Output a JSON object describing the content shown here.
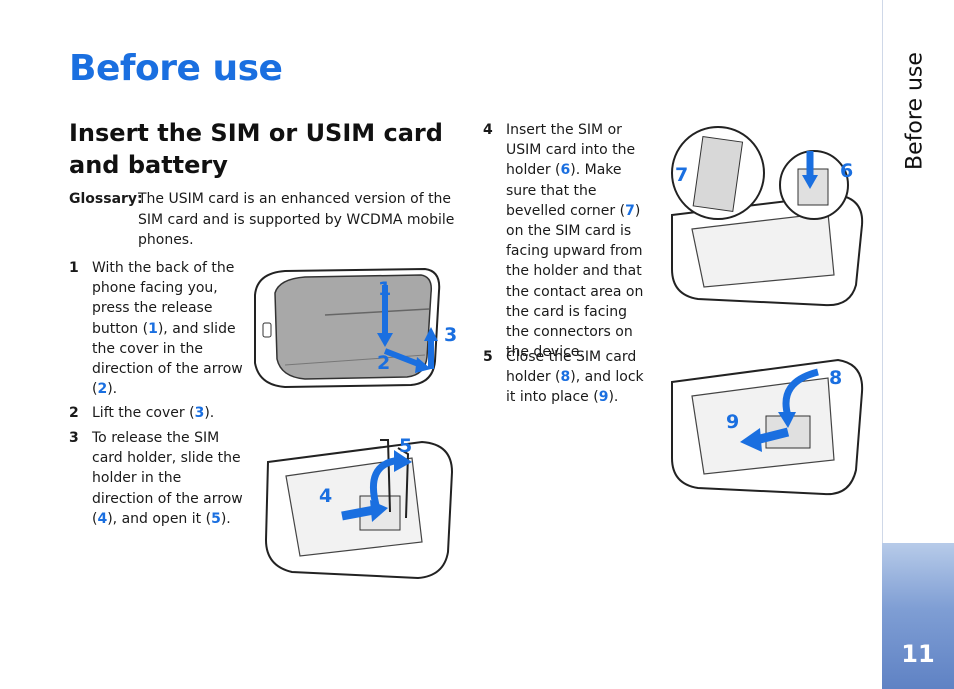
{
  "page": {
    "title": "Before use",
    "side_label": "Before use",
    "page_number": "11"
  },
  "section": {
    "title": "Insert the SIM or USIM card and battery"
  },
  "glossary": {
    "label": "Glossary:",
    "text": "The USIM card is an enhanced version of the SIM card and is supported by WCDMA mobile phones."
  },
  "steps": [
    {
      "num": "1",
      "parts": [
        "With the back of the phone facing you, press the release button (",
        "1",
        "), and slide the cover in the direction of the arrow (",
        "2",
        ")."
      ]
    },
    {
      "num": "2",
      "parts": [
        "Lift the cover (",
        "3",
        ")."
      ]
    },
    {
      "num": "3",
      "parts": [
        "To release the SIM card holder, slide the holder in the direction of the arrow (",
        "4",
        "), and open it (",
        "5",
        ")."
      ]
    },
    {
      "num": "4",
      "parts": [
        "Insert the SIM or USIM card into the holder (",
        "6",
        "). Make sure that the bevelled corner (",
        "7",
        ") on the SIM card is facing upward from the holder and that the contact area on the card is facing the connectors on the device."
      ]
    },
    {
      "num": "5",
      "parts": [
        "Close the SIM card holder (",
        "8",
        "), and lock it into place (",
        "9",
        ")."
      ]
    }
  ],
  "callouts": {
    "fig1": [
      "1",
      "2",
      "3"
    ],
    "fig2": [
      "4",
      "5"
    ],
    "fig3": [
      "6",
      "7"
    ],
    "fig4": [
      "8",
      "9"
    ]
  },
  "colors": {
    "title_blue": "#1a6fe0",
    "accent_blue": "#1a6fe0",
    "tab_gradient_top": "#b7cbe9",
    "tab_gradient_bottom": "#5f82c4"
  }
}
